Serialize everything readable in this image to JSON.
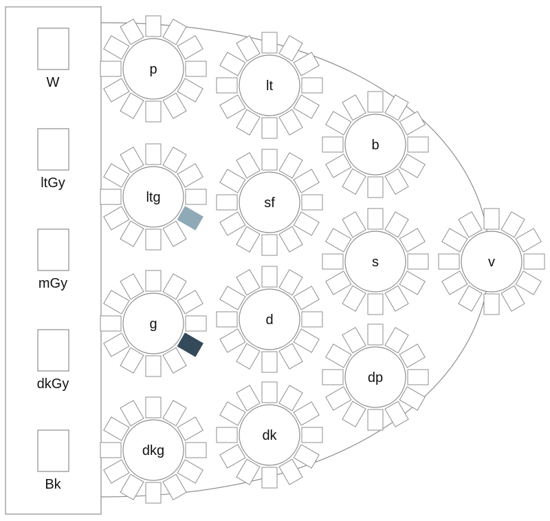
{
  "colors": {
    "line": "#8c8c8c",
    "background": "#ffffff",
    "seat_fill": "#ffffff",
    "highlight_light": "#8faab6",
    "highlight_dark": "#34495a"
  },
  "legend": {
    "items": [
      {
        "label": "W"
      },
      {
        "label": "ltGy"
      },
      {
        "label": "mGy"
      },
      {
        "label": "dkGy"
      },
      {
        "label": "Bk"
      }
    ]
  },
  "tables": [
    {
      "label": "p"
    },
    {
      "label": "lt"
    },
    {
      "label": "b"
    },
    {
      "label": "ltg"
    },
    {
      "label": "sf"
    },
    {
      "label": "s"
    },
    {
      "label": "v"
    },
    {
      "label": "g"
    },
    {
      "label": "d"
    },
    {
      "label": "dp"
    },
    {
      "label": "dkg"
    },
    {
      "label": "dk"
    }
  ],
  "seats_per_table": 12,
  "highlighted_seats": [
    {
      "table": "ltg",
      "seat_position": "lower-right",
      "color": "highlight_light"
    },
    {
      "table": "g",
      "seat_position": "lower-right",
      "color": "highlight_dark"
    }
  ]
}
